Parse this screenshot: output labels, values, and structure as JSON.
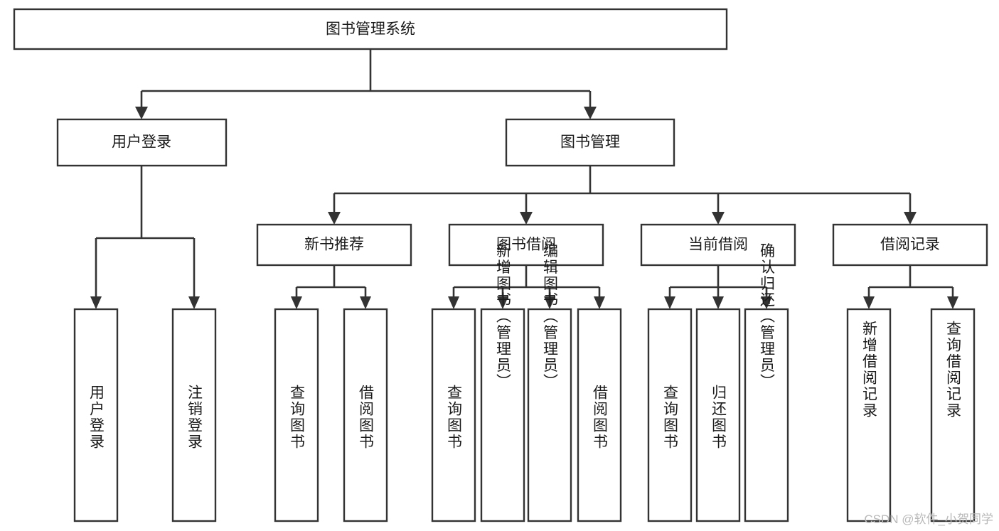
{
  "diagram": {
    "title": "图书管理系统",
    "type": "hierarchy-tree",
    "watermark": "CSDN @软件_小贺同学",
    "colors": {
      "stroke": "#333333",
      "fill": "#ffffff",
      "text": "#1a1a1a",
      "watermark": "#b9b9b9"
    },
    "levels": {
      "level1": [
        {
          "id": "root",
          "label": "图书管理系统"
        }
      ],
      "level2": [
        {
          "id": "user-login",
          "label": "用户登录"
        },
        {
          "id": "book-manage",
          "label": "图书管理"
        }
      ],
      "level3": [
        {
          "id": "new-book-rec",
          "label": "新书推荐"
        },
        {
          "id": "book-borrow",
          "label": "图书借阅"
        },
        {
          "id": "current-borrow",
          "label": "当前借阅"
        },
        {
          "id": "borrow-record",
          "label": "借阅记录"
        }
      ],
      "level4": {
        "user_login_children": [
          {
            "id": "leaf-user-login",
            "label": "用户登录"
          },
          {
            "id": "leaf-logout",
            "label": "注销登录"
          }
        ],
        "new_book_rec_children": [
          {
            "id": "leaf-query-book-1",
            "label": "查询图书"
          },
          {
            "id": "leaf-borrow-book-1",
            "label": "借阅图书"
          }
        ],
        "book_borrow_children": [
          {
            "id": "leaf-query-book-2",
            "label": "查询图书"
          },
          {
            "id": "leaf-add-book",
            "label": "新增图书（管理员）"
          },
          {
            "id": "leaf-edit-book",
            "label": "编辑图书（管理员）"
          },
          {
            "id": "leaf-borrow-book-2",
            "label": "借阅图书"
          }
        ],
        "current_borrow_children": [
          {
            "id": "leaf-query-book-3",
            "label": "查询图书"
          },
          {
            "id": "leaf-return-book",
            "label": "归还图书"
          },
          {
            "id": "leaf-confirm-return",
            "label": "确认归还（管理员）"
          }
        ],
        "borrow_record_children": [
          {
            "id": "leaf-add-record",
            "label": "新增借阅记录"
          },
          {
            "id": "leaf-query-record",
            "label": "查询借阅记录"
          }
        ]
      }
    }
  }
}
